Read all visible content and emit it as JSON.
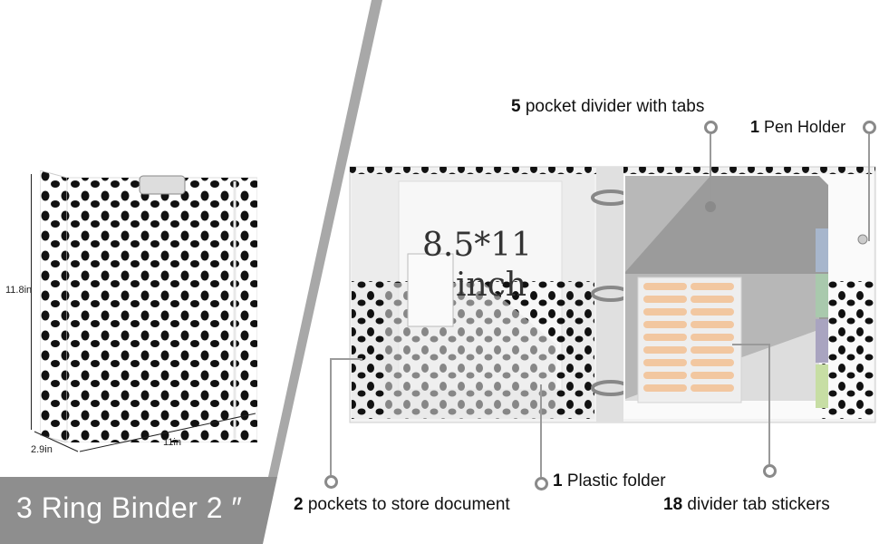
{
  "title": "3 Ring Binder 2 ″",
  "dimensions": {
    "height": "11.8in",
    "width": "11in",
    "depth": "2.9in"
  },
  "insert_text": {
    "line1": "8.5*11",
    "line2": "inch"
  },
  "callouts": {
    "pocket_divider": {
      "count": "5",
      "label": "pocket divider with tabs"
    },
    "pen_holder": {
      "count": "1",
      "label": "Pen Holder"
    },
    "plastic_folder": {
      "count": "1",
      "label": "Plastic folder"
    },
    "pockets": {
      "count": "2",
      "label": "pockets to store document"
    },
    "tab_stickers": {
      "count": "18",
      "label": "divider tab stickers"
    }
  },
  "colors": {
    "banner": "#8e8e8e",
    "divider_stripe": "#a8a8a8",
    "dot_pattern": "#111111",
    "tab_blue": "#a7b6cc",
    "tab_green": "#a9c9ad",
    "tab_purple": "#a9a4c0",
    "tab_lime": "#c7dea4",
    "sticker_orange": "#f2c7a0"
  }
}
